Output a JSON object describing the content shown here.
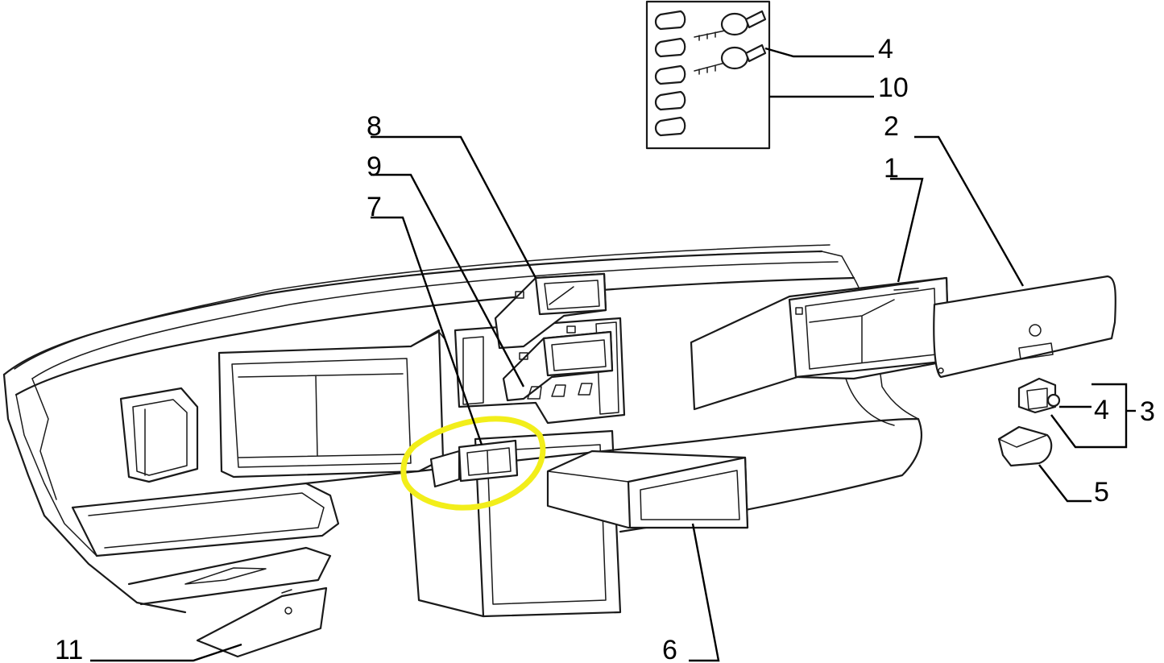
{
  "diagram": {
    "callouts": {
      "c4_top": "4",
      "c10": "10",
      "c8": "8",
      "c9": "9",
      "c7": "7",
      "c2": "2",
      "c1": "1",
      "c4_side": "4",
      "c3": "3",
      "c5": "5",
      "c6": "6",
      "c11": "11"
    },
    "highlight_color": "#f2ee1a",
    "line_color": "#1a1a1a",
    "background_color": "#ffffff"
  }
}
